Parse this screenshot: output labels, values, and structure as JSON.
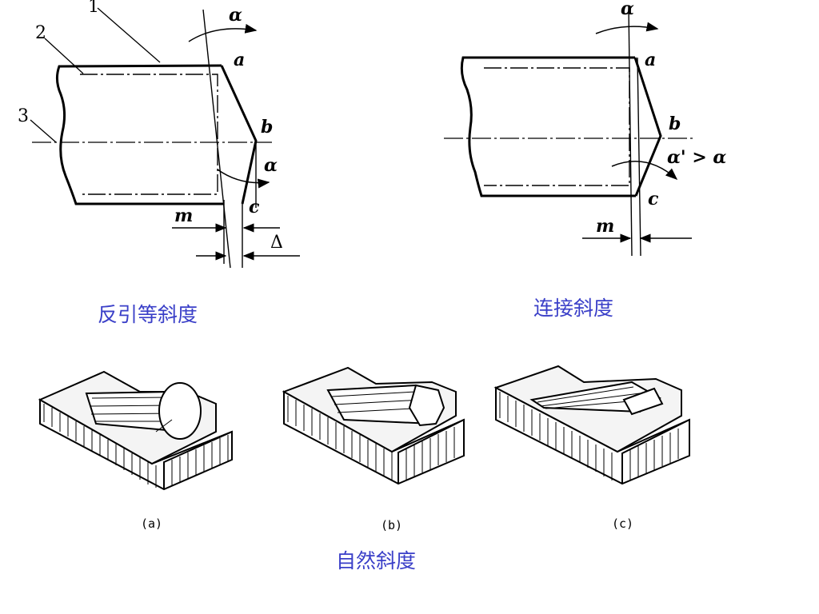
{
  "captions": {
    "reverse_draft": "反引等斜度",
    "connecting_draft": "连接斜度",
    "natural_draft": "自然斜度"
  },
  "left_figure": {
    "number_labels": [
      "1",
      "2",
      "3"
    ],
    "point_labels": {
      "a": "a",
      "b": "b",
      "c": "c"
    },
    "angle_label": "α",
    "dim_m": "m",
    "dim_delta": "Δ"
  },
  "right_figure": {
    "point_labels": {
      "a": "a",
      "b": "b",
      "c": "c"
    },
    "angle_label": "α",
    "relation_label": "α' > α",
    "dim_m": "m"
  },
  "sub_labels": [
    "(a)",
    "(b)",
    "(c)"
  ]
}
